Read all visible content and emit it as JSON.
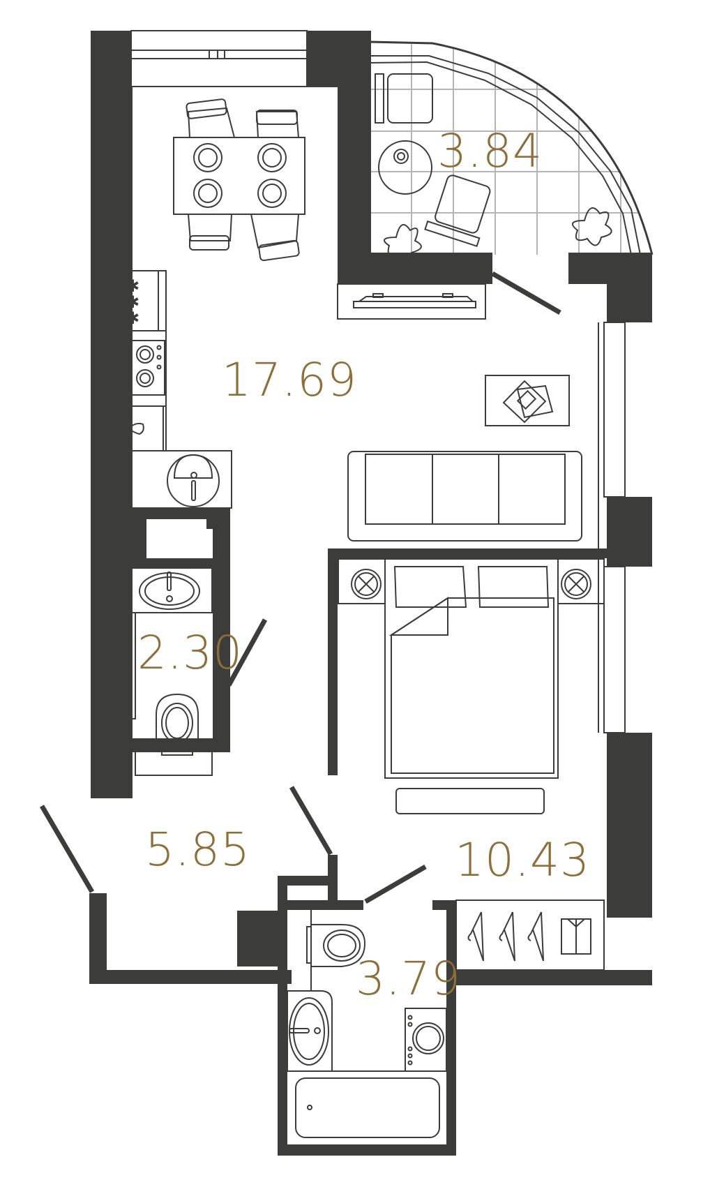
{
  "plan": {
    "type": "apartment-floor-plan",
    "unit": "m²",
    "accent_color": "#8c6f3a",
    "wall_color": "#3c3c3a",
    "rooms": [
      {
        "id": "living-kitchen",
        "area": "17.69",
        "furniture": [
          "dining-table",
          "four-chairs",
          "four-plates",
          "cooktop",
          "refrigerator",
          "kitchen-sink",
          "sofa",
          "coffee-table",
          "magazines",
          "radiator"
        ]
      },
      {
        "id": "balcony",
        "area": "3.84",
        "furniture": [
          "armchair",
          "round-table",
          "lounge-chair",
          "two-plants",
          "tile-grid"
        ]
      },
      {
        "id": "wc",
        "area": "2.30",
        "furniture": [
          "washbasin",
          "toilet"
        ]
      },
      {
        "id": "hallway",
        "area": "5.85",
        "furniture": [
          "entrance-door"
        ]
      },
      {
        "id": "bedroom",
        "area": "10.43",
        "furniture": [
          "double-bed",
          "two-pillows",
          "two-bedside-lamps",
          "bench",
          "wardrobe-hangers",
          "shirt"
        ]
      },
      {
        "id": "bathroom",
        "area": "3.79",
        "furniture": [
          "toilet",
          "washbasin",
          "washing-machine",
          "bathtub"
        ]
      }
    ]
  },
  "labels": {
    "living": "17.69",
    "balcony": "3.84",
    "wc": "2.30",
    "hall": "5.85",
    "bedroom": "10.43",
    "bath": "3.79"
  }
}
